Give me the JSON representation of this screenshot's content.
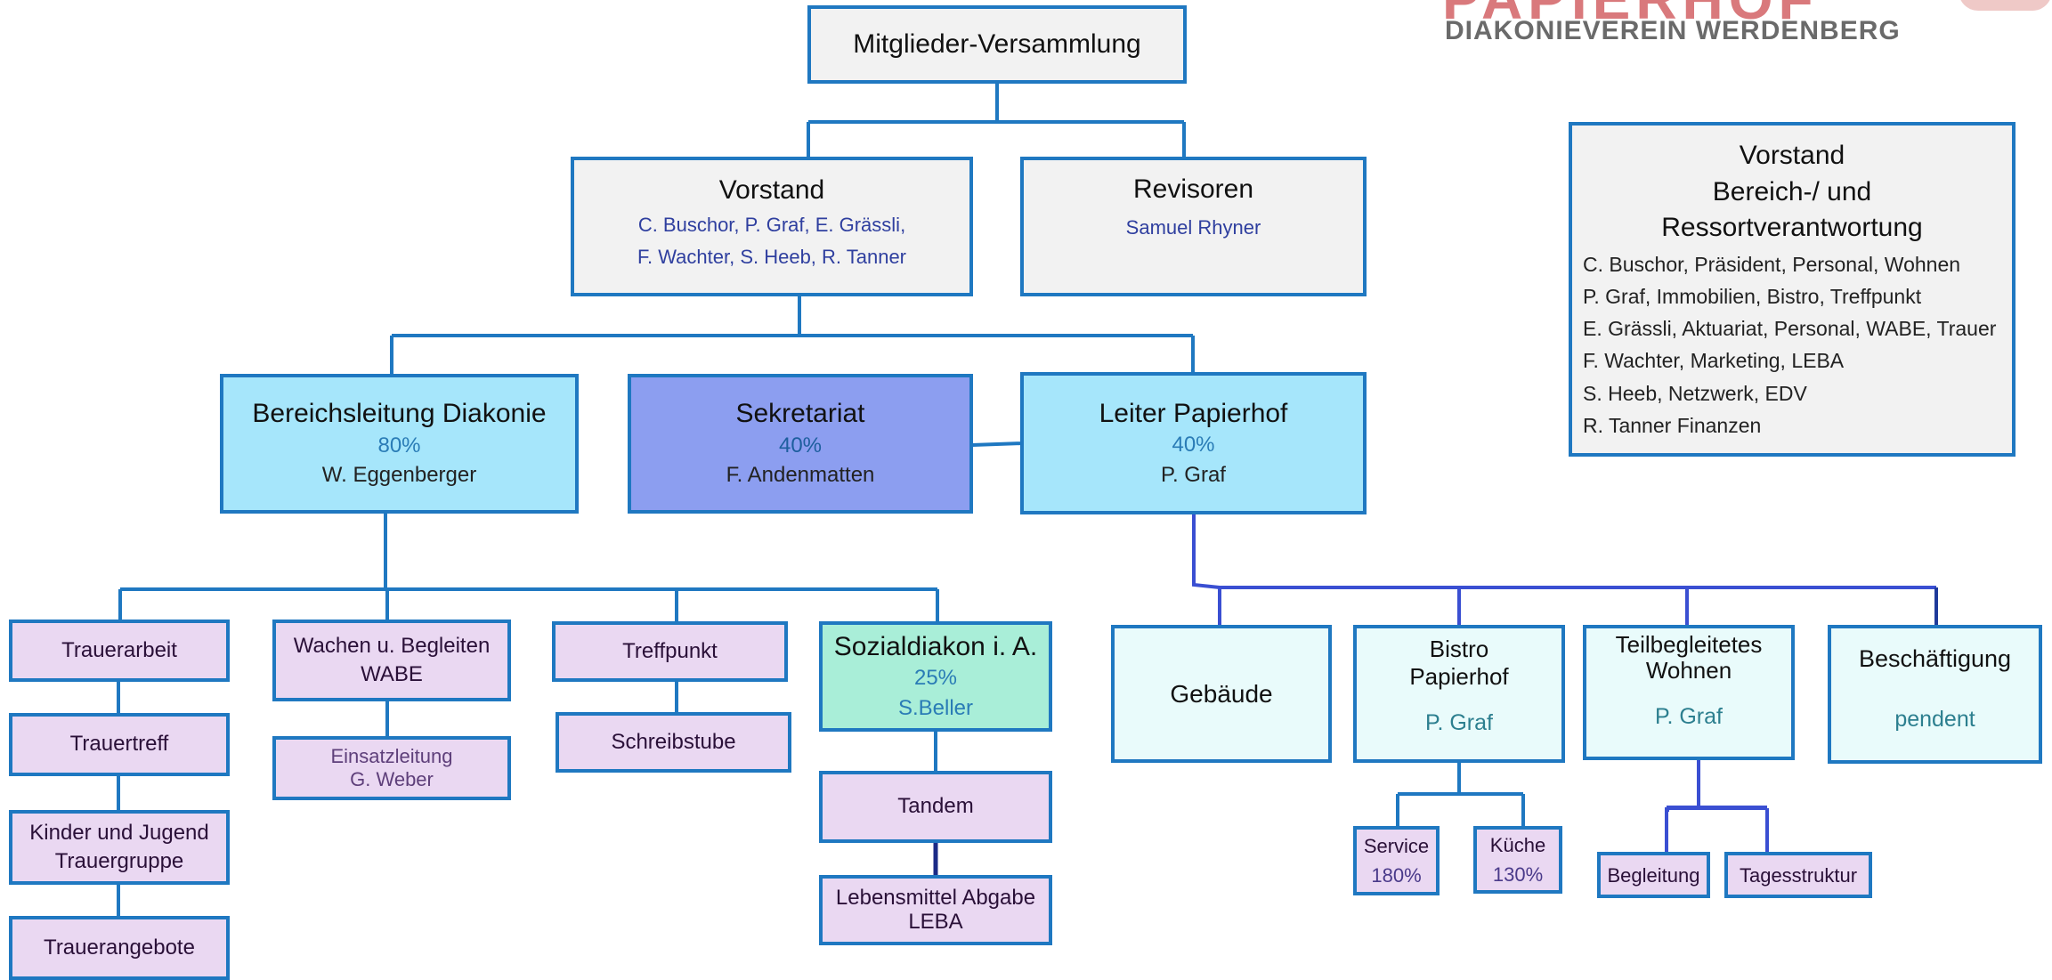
{
  "logo": {
    "wordmark": "PAPIERHOF",
    "subtitle": "DIAKONIEVEREIN WERDENBERG"
  },
  "assembly": {
    "title": "Mitglieder-Versammlung"
  },
  "board": {
    "title": "Vorstand",
    "names_line1": "C. Buschor, P. Graf, E. Grässli,",
    "names_line2": "F. Wachter, S. Heeb, R. Tanner"
  },
  "auditors": {
    "title": "Revisoren",
    "name": "Samuel Rhyner"
  },
  "legend": {
    "title_line1": "Vorstand",
    "title_line2": "Bereich-/ und Ressortverantwortung",
    "items": [
      "C. Buschor, Präsident, Personal, Wohnen",
      "P. Graf, Immobilien, Bistro, Treffpunkt",
      "E. Grässli, Aktuariat, Personal, WABE, Trauer",
      "F. Wachter, Marketing, LEBA",
      "S. Heeb, Netzwerk, EDV",
      "R. Tanner Finanzen"
    ]
  },
  "diakonie": {
    "title": "Bereichsleitung Diakonie",
    "pct": "80%",
    "person": "W. Eggenberger"
  },
  "secretariat": {
    "title": "Sekretariat",
    "pct": "40%",
    "person": "F. Andenmatten"
  },
  "papierhof": {
    "title": "Leiter Papierhof",
    "pct": "40%",
    "person": "P. Graf"
  },
  "trauer": {
    "trauerarbeit": "Trauerarbeit",
    "trauertreff": "Trauertreff",
    "kinder_line1": "Kinder und Jugend",
    "kinder_line2": "Trauergruppe",
    "angebote": "Trauerangebote"
  },
  "wabe": {
    "title_line1": "Wachen u. Begleiten",
    "title_line2": "WABE",
    "lead_line1": "Einsatzleitung",
    "lead_line2": "G. Weber"
  },
  "treffpunkt": {
    "title": "Treffpunkt",
    "schreibstube": "Schreibstube"
  },
  "sozial": {
    "title": "Sozialdiakon i. A.",
    "pct": "25%",
    "person": "S.Beller",
    "tandem": "Tandem",
    "leba_line1": "Lebensmittel Abgabe",
    "leba_line2": "LEBA"
  },
  "gebaeude": {
    "title": "Gebäude"
  },
  "bistro": {
    "title_line1": "Bistro",
    "title_line2": "Papierhof",
    "person": "P. Graf",
    "service": "Service",
    "service_pct": "180%",
    "kueche": "Küche",
    "kueche_pct": "130%"
  },
  "wohnen": {
    "title_line1": "Teilbegleitetes",
    "title_line2": "Wohnen",
    "person": "P. Graf",
    "begleitung": "Begleitung",
    "tagesstruktur": "Tagesstruktur"
  },
  "beschaeftigung": {
    "title": "Beschäftigung",
    "status": "pendent"
  }
}
